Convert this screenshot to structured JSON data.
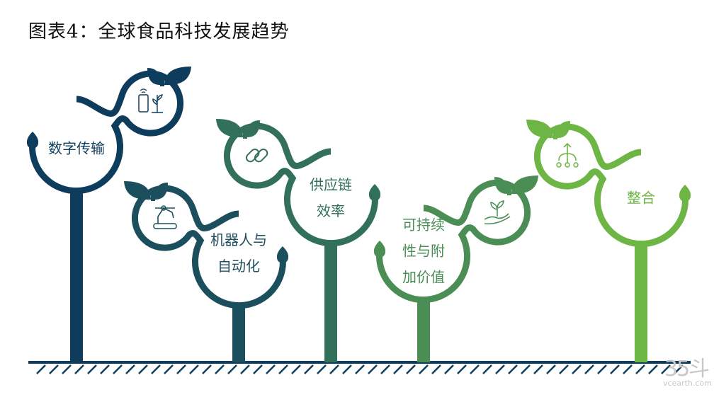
{
  "title": "图表4：全球食品科技发展趋势",
  "plants": [
    {
      "lines": [
        "数字传输"
      ],
      "icon": "phone-plant-icon",
      "color": "#0e3c5c"
    },
    {
      "lines": [
        "机器人与",
        "自动化"
      ],
      "icon": "robot-arm-icon",
      "color": "#1c4f5e"
    },
    {
      "lines": [
        "供应链",
        "效率"
      ],
      "icon": "chain-link-icon",
      "color": "#32705c"
    },
    {
      "lines": [
        "可持续",
        "性与附",
        "加价值"
      ],
      "icon": "hand-sprout-icon",
      "color": "#4a8d55"
    },
    {
      "lines": [
        "整合"
      ],
      "icon": "network-arrows-icon",
      "color": "#6db544"
    }
  ],
  "watermark": {
    "logo": "35斗",
    "site": "vcearth.com"
  }
}
